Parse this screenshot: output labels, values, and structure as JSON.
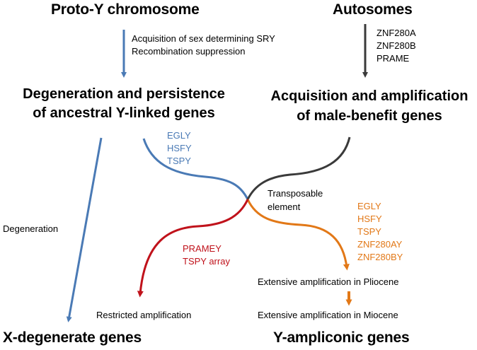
{
  "top_left_title": "Proto-Y chromosome",
  "top_right_title": "Autosomes",
  "left_process_lines": [
    "Acquisition of sex determining SRY",
    "Recombination suppression"
  ],
  "right_gene_list": [
    "ZNF280A",
    "ZNF280B",
    "PRAME"
  ],
  "mid_left_heading": [
    "Degeneration and persistence",
    "of ancestral Y-linked genes"
  ],
  "mid_right_heading": [
    "Acquisition and amplification",
    "of male-benefit genes"
  ],
  "blue_genes": [
    "EGLY",
    "HSFY",
    "TSPY"
  ],
  "transposable_label": [
    "Transposable",
    "element"
  ],
  "orange_genes": [
    "EGLY",
    "HSFY",
    "TSPY",
    "ZNF280AY",
    "ZNF280BY"
  ],
  "red_genes": [
    "PRAMEY",
    "TSPY array"
  ],
  "degeneration_label": "Degeneration",
  "restricted_label": "Restricted amplification",
  "pliocene_label": "Extensive amplification in Pliocene",
  "miocene_label": "Extensive amplification in Miocene",
  "bottom_left_title": "X-degenerate genes",
  "bottom_right_title": "Y-ampliconic genes",
  "colors": {
    "blue": "#4a7ab5",
    "orange": "#e27817",
    "red": "#c0121b",
    "dark": "#3a3a3a"
  }
}
